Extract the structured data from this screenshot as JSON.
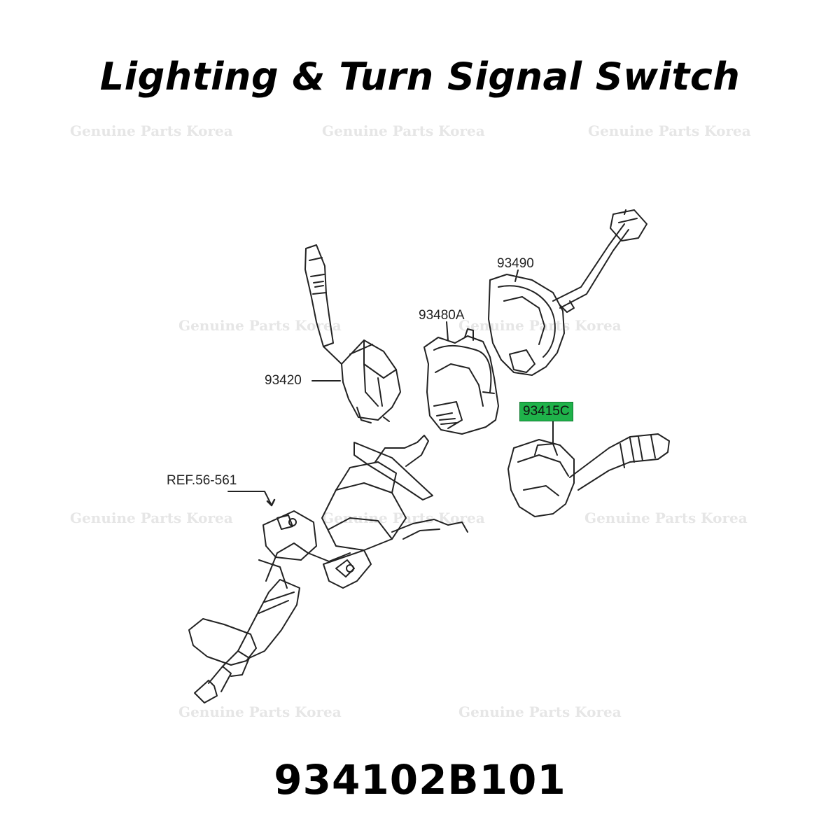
{
  "title": "Lighting & Turn Signal Switch",
  "part_number": "934102B101",
  "watermark": "Genuine Parts Korea",
  "labels": {
    "lever_left": "93420",
    "clockspring_body": "93480A",
    "clockspring_top": "93490",
    "highlighted": "93415C",
    "column_ref": "REF.56-561"
  },
  "colors": {
    "highlight": "#1fb24a",
    "line": "#222222",
    "watermark": "#e6e6e6"
  }
}
